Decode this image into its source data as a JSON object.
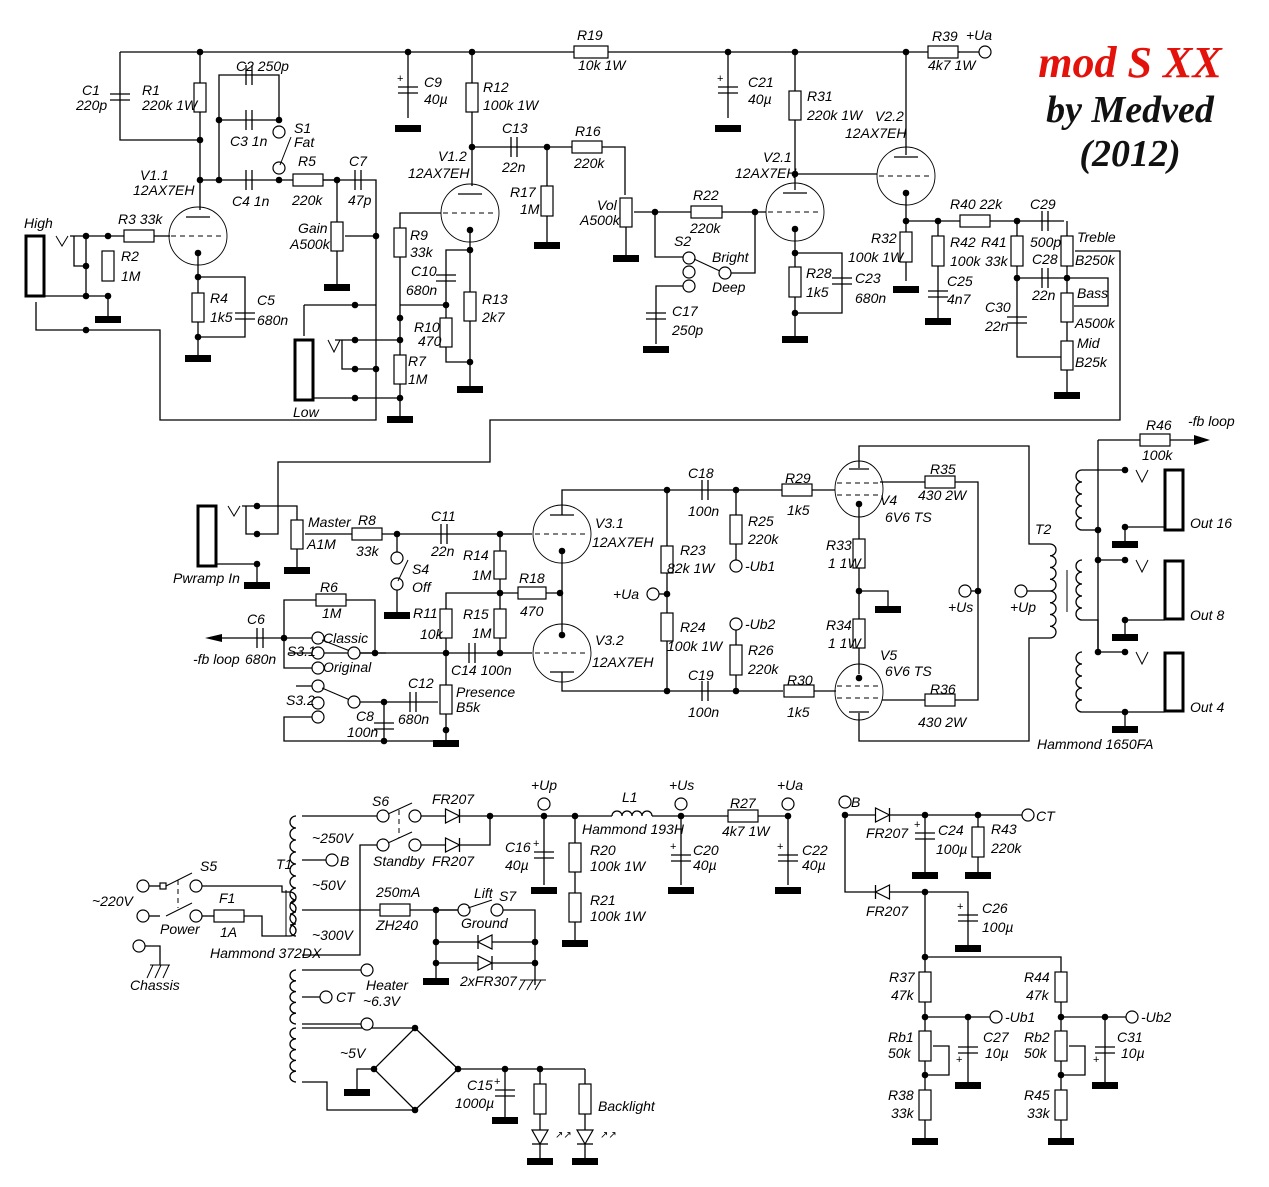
{
  "title": {
    "line1": "mod S XX",
    "line2": "by Medved",
    "line3": "(2012)",
    "line1_color": "#e3120b",
    "line2_color": "#111111"
  },
  "components": {
    "C1": {
      "ref": "C1",
      "value": "220p"
    },
    "R1": {
      "ref": "R1",
      "value": "220k 1W"
    },
    "C2": {
      "ref": "C2",
      "value": "250p"
    },
    "C3": {
      "ref": "C3",
      "value": "1n"
    },
    "S1": {
      "ref": "S1",
      "value": "Fat"
    },
    "C4": {
      "ref": "C4",
      "value": "1n"
    },
    "R5": {
      "ref": "R5",
      "value": "220k"
    },
    "C7": {
      "ref": "C7",
      "value": "47p"
    },
    "V1.1": {
      "ref": "V1.1",
      "value": "12AX7EH"
    },
    "R3": {
      "ref": "R3",
      "value": "33k"
    },
    "R2": {
      "ref": "R2",
      "value": "1M"
    },
    "R4": {
      "ref": "R4",
      "value": "1k5"
    },
    "C5": {
      "ref": "C5",
      "value": "680n"
    },
    "Gain": {
      "ref": "Gain",
      "value": "A500k"
    },
    "C9": {
      "ref": "C9",
      "value": "40µ"
    },
    "R12": {
      "ref": "R12",
      "value": "100k 1W"
    },
    "V1.2": {
      "ref": "V1.2",
      "value": "12AX7EH"
    },
    "R9": {
      "ref": "R9",
      "value": "33k"
    },
    "C10": {
      "ref": "C10",
      "value": "680n"
    },
    "R10": {
      "ref": "R10",
      "value": "470"
    },
    "R13": {
      "ref": "R13",
      "value": "2k7"
    },
    "R7": {
      "ref": "R7",
      "value": "1M"
    },
    "C13": {
      "ref": "C13",
      "value": "22n"
    },
    "R16": {
      "ref": "R16",
      "value": "220k"
    },
    "R17": {
      "ref": "R17",
      "value": "1M"
    },
    "Vol": {
      "ref": "Vol",
      "value": "A500k"
    },
    "R19": {
      "ref": "R19",
      "value": "10k 1W"
    },
    "R22": {
      "ref": "R22",
      "value": "220k"
    },
    "S2": {
      "ref": "S2",
      "value": ""
    },
    "C17": {
      "ref": "C17",
      "value": "250p"
    },
    "C21": {
      "ref": "C21",
      "value": "40µ"
    },
    "R31": {
      "ref": "R31",
      "value": "220k 1W"
    },
    "V2.1": {
      "ref": "V2.1",
      "value": "12AX7EH"
    },
    "R28": {
      "ref": "R28",
      "value": "1k5"
    },
    "C23": {
      "ref": "C23",
      "value": "680n"
    },
    "R39": {
      "ref": "R39",
      "value": "4k7 1W"
    },
    "V2.2": {
      "ref": "V2.2",
      "value": "12AX7EH"
    },
    "R32": {
      "ref": "R32",
      "value": "100k 1W"
    },
    "R40": {
      "ref": "R40",
      "value": "22k"
    },
    "R42": {
      "ref": "R42",
      "value": "100k"
    },
    "C25": {
      "ref": "C25",
      "value": "4n7"
    },
    "R41": {
      "ref": "R41",
      "value": "33k"
    },
    "C29": {
      "ref": "C29",
      "value": "500p"
    },
    "C28": {
      "ref": "C28",
      "value": "22n"
    },
    "C30": {
      "ref": "C30",
      "value": "22n"
    },
    "Treble": {
      "ref": "Treble",
      "value": "B250k"
    },
    "Bass": {
      "ref": "Bass",
      "value": "A500k"
    },
    "Mid": {
      "ref": "Mid",
      "value": "B25k"
    },
    "Master": {
      "ref": "Master",
      "value": "A1M"
    },
    "R8": {
      "ref": "R8",
      "value": "33k"
    },
    "C11": {
      "ref": "C11",
      "value": "22n"
    },
    "S4": {
      "ref": "S4",
      "value": "Off"
    },
    "R6": {
      "ref": "R6",
      "value": "1M"
    },
    "C6": {
      "ref": "C6",
      "value": "680n"
    },
    "S3.1": {
      "ref": "S3.1",
      "value": ""
    },
    "S3.2": {
      "ref": "S3.2",
      "value": ""
    },
    "C8": {
      "ref": "C8",
      "value": "100n"
    },
    "C12": {
      "ref": "C12",
      "value": "680n"
    },
    "Presence": {
      "ref": "Presence",
      "value": "B5k"
    },
    "R11": {
      "ref": "R11",
      "value": "10k"
    },
    "R14": {
      "ref": "R14",
      "value": "1M"
    },
    "R15": {
      "ref": "R15",
      "value": "1M"
    },
    "C14": {
      "ref": "C14",
      "value": "100n"
    },
    "R18": {
      "ref": "R18",
      "value": "470"
    },
    "V3.1": {
      "ref": "V3.1",
      "value": "12AX7EH"
    },
    "V3.2": {
      "ref": "V3.2",
      "value": "12AX7EH"
    },
    "C18": {
      "ref": "C18",
      "value": "100n"
    },
    "C19": {
      "ref": "C19",
      "value": "100n"
    },
    "R23": {
      "ref": "R23",
      "value": "82k 1W"
    },
    "R24": {
      "ref": "R24",
      "value": "100k 1W"
    },
    "R25": {
      "ref": "R25",
      "value": "220k"
    },
    "R26": {
      "ref": "R26",
      "value": "220k"
    },
    "R29": {
      "ref": "R29",
      "value": "1k5"
    },
    "R30": {
      "ref": "R30",
      "value": "1k5"
    },
    "V4": {
      "ref": "V4",
      "value": "6V6 TS"
    },
    "V5": {
      "ref": "V5",
      "value": "6V6 TS"
    },
    "R33": {
      "ref": "R33",
      "value": "1 1W"
    },
    "R34": {
      "ref": "R34",
      "value": "1 1W"
    },
    "R35": {
      "ref": "R35",
      "value": "430 2W"
    },
    "R36": {
      "ref": "R36",
      "value": "430 2W"
    },
    "T2": {
      "ref": "T2",
      "value": "Hammond 1650FA"
    },
    "R46": {
      "ref": "R46",
      "value": "100k"
    },
    "S6": {
      "ref": "S6",
      "value": "Standby"
    },
    "D_S6a": {
      "ref": "FR207",
      "value": ""
    },
    "D_S6b": {
      "ref": "FR207",
      "value": ""
    },
    "T1": {
      "ref": "T1",
      "value": "Hammond 372DX"
    },
    "S5": {
      "ref": "S5",
      "value": "Power"
    },
    "F1": {
      "ref": "F1",
      "value": "1A"
    },
    "F2": {
      "ref": "250mA",
      "value": "ZH240"
    },
    "S7": {
      "ref": "S7",
      "value": ""
    },
    "D_gnd": {
      "ref": "2xFR307",
      "value": ""
    },
    "C16": {
      "ref": "C16",
      "value": "40µ"
    },
    "R20": {
      "ref": "R20",
      "value": "100k 1W"
    },
    "R21": {
      "ref": "R21",
      "value": "100k 1W"
    },
    "L1": {
      "ref": "L1",
      "value": "Hammond 193H"
    },
    "C20": {
      "ref": "C20",
      "value": "40µ"
    },
    "R27": {
      "ref": "R27",
      "value": "4k7 1W"
    },
    "C22": {
      "ref": "C22",
      "value": "40µ"
    },
    "C15": {
      "ref": "C15",
      "value": "1000µ"
    },
    "D_B1": {
      "ref": "FR207",
      "value": ""
    },
    "D_B2": {
      "ref": "FR207",
      "value": ""
    },
    "C24": {
      "ref": "C24",
      "value": "100µ"
    },
    "R43": {
      "ref": "R43",
      "value": "220k"
    },
    "C26": {
      "ref": "C26",
      "value": "100µ"
    },
    "R37": {
      "ref": "R37",
      "value": "47k"
    },
    "Rb1": {
      "ref": "Rb1",
      "value": "50k"
    },
    "R38": {
      "ref": "R38",
      "value": "33k"
    },
    "C27": {
      "ref": "C27",
      "value": "10µ"
    },
    "R44": {
      "ref": "R44",
      "value": "47k"
    },
    "Rb2": {
      "ref": "Rb2",
      "value": "50k"
    },
    "R45": {
      "ref": "R45",
      "value": "33k"
    },
    "C31": {
      "ref": "C31",
      "value": "10µ"
    }
  },
  "labels": {
    "jack_high": "High",
    "jack_low": "Low",
    "jack_pwramp_in": "Pwramp In",
    "s2_bright": "Bright",
    "s2_deep": "Deep",
    "s3_classic": "Classic",
    "s3_original": "Original",
    "fb_loop_out": "-fb loop",
    "fb_loop_in": "-fb loop",
    "out16": "Out 16",
    "out8": "Out 8",
    "out4": "Out 4",
    "net_ua_top": "+Ua",
    "net_ua_mid": "+Ua",
    "net_us_mid": "+Us",
    "net_up_mid": "+Up",
    "net_ub1_mid": "-Ub1",
    "net_ub2_mid": "-Ub2",
    "net_up_psu": "+Up",
    "net_us_psu": "+Us",
    "net_ua_psu": "+Ua",
    "net_b_psu": "B",
    "net_ct_psu": "CT",
    "net_ub1_psu": "-Ub1",
    "net_ub2_psu": "-Ub2",
    "t1_250v": "~250V",
    "t1_b": "B",
    "t1_50v": "~50V",
    "t1_300v": "~300V",
    "t1_ct": "CT",
    "heater": "Heater",
    "heater_v": "~6.3V",
    "t1_5v": "~5V",
    "mains": "~220V",
    "chassis": "Chassis",
    "s7_lift": "Lift",
    "s7_ground": "Ground",
    "backlight": "Backlight"
  }
}
